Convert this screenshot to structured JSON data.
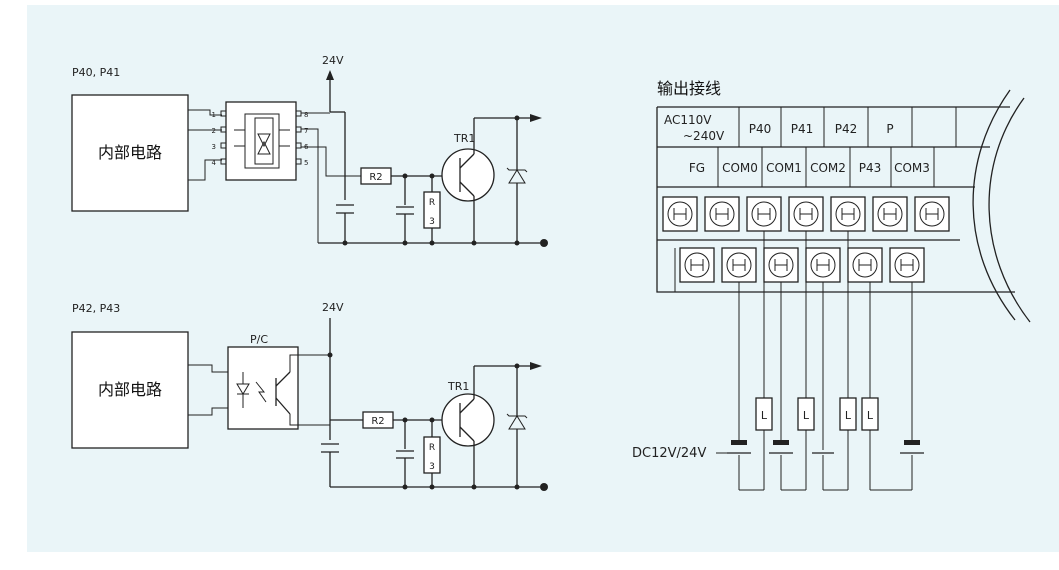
{
  "circuit_top": {
    "ports_label": "P40, P41",
    "internal_circuit_label": "内部电路",
    "supply_label": "24V",
    "resistor_r2": "R2",
    "resistor_r3": "R\n3",
    "transistor_label": "TR1",
    "pins": [
      "1",
      "2",
      "3",
      "4",
      "8",
      "7",
      "6",
      "5"
    ]
  },
  "circuit_bottom": {
    "ports_label": "P42, P43",
    "internal_circuit_label": "内部电路",
    "supply_label": "24V",
    "photocoupler_label": "P/C",
    "resistor_r2": "R2",
    "resistor_r3": "R\n3",
    "transistor_label": "TR1"
  },
  "terminal_block": {
    "title": "输出接线",
    "top_row": [
      "AC110V\n~240V",
      "P40",
      "P41",
      "P42",
      "P",
      "",
      ""
    ],
    "bottom_row": [
      "FG",
      "COM0",
      "COM1",
      "COM2",
      "P43",
      "COM3",
      ""
    ],
    "load_label": "L",
    "supply_label": "DC12V/24V"
  },
  "colors": {
    "panel_bg": "#eaf5f8",
    "line": "#222222"
  }
}
